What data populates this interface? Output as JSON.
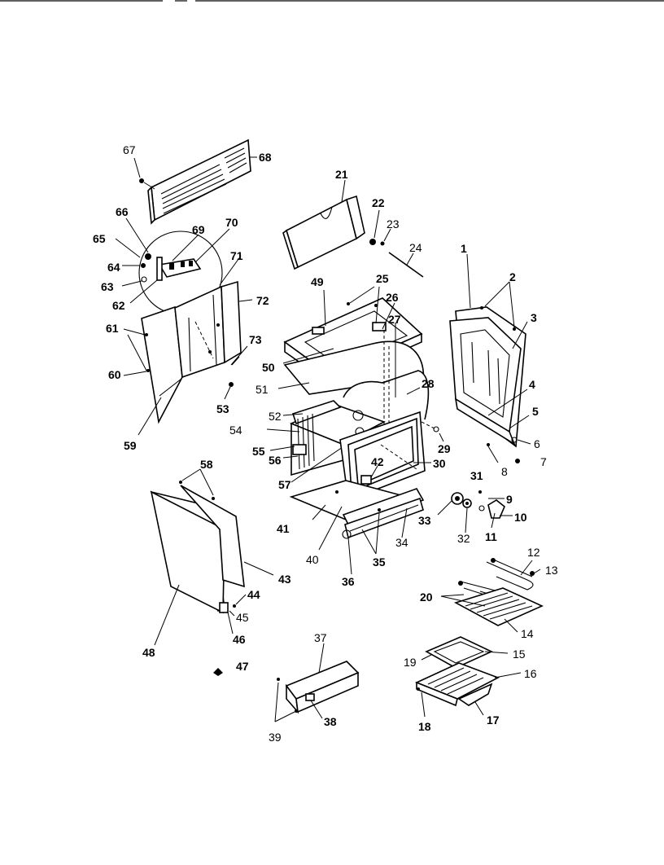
{
  "labels": {
    "l1": "1",
    "l2": "2",
    "l3": "3",
    "l4": "4",
    "l5": "5",
    "l6": "6",
    "l7": "7",
    "l8": "8",
    "l9": "9",
    "l10": "10",
    "l11": "11",
    "l12": "12",
    "l13": "13",
    "l14": "14",
    "l15": "15",
    "l16": "16",
    "l17": "17",
    "l18": "18",
    "l19": "19",
    "l20": "20",
    "l21": "21",
    "l22": "22",
    "l23": "23",
    "l24": "24",
    "l25": "25",
    "l26": "26",
    "l27": "27",
    "l28": "28",
    "l29": "29",
    "l30": "30",
    "l31": "31",
    "l32": "32",
    "l33": "33",
    "l34": "34",
    "l35": "35",
    "l36": "36",
    "l37": "37",
    "l38": "38",
    "l39": "39",
    "l40": "40",
    "l41": "41",
    "l42": "42",
    "l43": "43",
    "l44": "44",
    "l45": "45",
    "l46": "46",
    "l47": "47",
    "l48": "48",
    "l49": "49",
    "l50": "50",
    "l51": "51",
    "l52": "52",
    "l53": "53",
    "l54": "54",
    "l55": "55",
    "l56": "56",
    "l57": "57",
    "l58": "58",
    "l59": "59",
    "l60": "60",
    "l61": "61",
    "l62": "62",
    "l63": "63",
    "l64": "64",
    "l65": "65",
    "l66": "66",
    "l67": "67",
    "l68": "68",
    "l69": "69",
    "l70": "70",
    "l71": "71",
    "l72": "72",
    "l73": "73"
  }
}
